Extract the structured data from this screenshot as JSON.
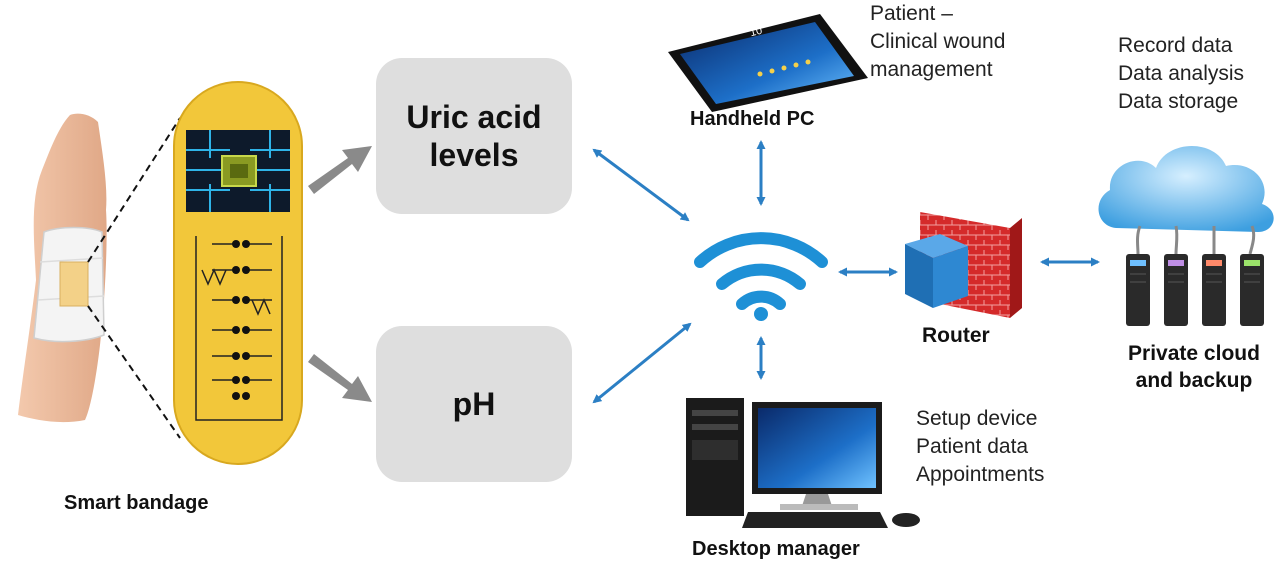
{
  "bandage": {
    "label": "Smart bandage"
  },
  "sensors": {
    "uric_acid": {
      "line1": "Uric acid",
      "line2": "levels"
    },
    "ph": {
      "label": "pH"
    }
  },
  "handheld": {
    "label": "Handheld PC",
    "notes": [
      "Patient –",
      "Clinical wound",
      "management"
    ],
    "screen_text": "10"
  },
  "router": {
    "label": "Router"
  },
  "cloud": {
    "label_line1": "Private cloud",
    "label_line2": "and backup",
    "notes": [
      "Record data",
      "Data analysis",
      "Data storage"
    ]
  },
  "desktop": {
    "label": "Desktop manager",
    "notes": [
      "Setup device",
      "Patient data",
      "Appointments"
    ]
  },
  "colors": {
    "arrow_blue": "#2b7fc4",
    "wifi_blue": "#1e90d6",
    "gray_arrow": "#8a8a8a",
    "box_gray": "#dedede",
    "bandage_yellow": "#f2c73a",
    "brick_red": "#d42a2a",
    "router_blue": "#2e7fc0",
    "cloud_blue": "#7cc5ee"
  },
  "icons": [
    "hand-arm-image",
    "chip-icon",
    "tablet-icon",
    "wifi-icon",
    "router-icon",
    "firewall-icon",
    "cloud-icon",
    "server-icon",
    "desktop-computer-icon"
  ]
}
